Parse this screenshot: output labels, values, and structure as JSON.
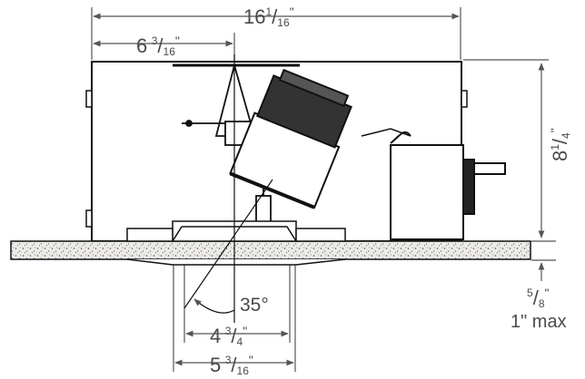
{
  "diagram": {
    "overall_width": {
      "whole": "16",
      "num": "1",
      "den": "16",
      "unit": "\""
    },
    "center_offset": {
      "whole": "6",
      "num": "3",
      "den": "16",
      "unit": "\""
    },
    "height": {
      "whole": "8",
      "num": "1",
      "den": "4",
      "unit": "\""
    },
    "tilt_angle": "35°",
    "aperture_inner": {
      "whole": "4",
      "num": "3",
      "den": "4",
      "unit": "\""
    },
    "aperture_outer": {
      "whole": "5",
      "num": "3",
      "den": "16",
      "unit": "\""
    },
    "ceiling_min": {
      "num": "5",
      "den": "8",
      "unit": "\""
    },
    "ceiling_max": "1\" max"
  },
  "colors": {
    "line": "#111111",
    "dim_line": "#555555",
    "ceiling": "#e8e6e0"
  }
}
